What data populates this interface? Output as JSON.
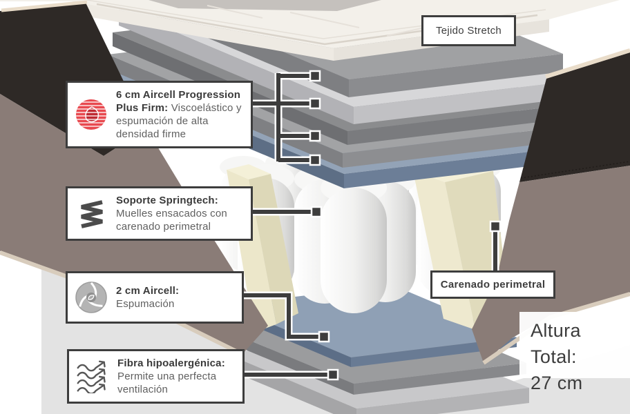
{
  "page": {
    "background": "#ffffff"
  },
  "palette": {
    "accent_red": "#e8494f",
    "connector": "#3d3d3d",
    "label_border": "#3d3d3d",
    "fabric_dark": "#2e2926",
    "fabric_taupe": "#8a7c77",
    "piping": "#e9dcc9",
    "piping_bottom": "#d8ccbc",
    "foam_cream": "#f4f0d8",
    "spring_white": "#f2f2f2",
    "floor_shadow": "#e3e3e3"
  },
  "layers": {
    "quilt_top": "#f3f0ea",
    "slab1_top": "#a0a1a3",
    "slab2_top": "#d7d7d9",
    "slab3_top": "#8b8c8e",
    "slab4_top": "#a2a3a5",
    "blue_top": "#93a3b7",
    "bottom_blue_top": "#8fa0b5",
    "bottom_gray_top": "#9b9c9e",
    "bottom_light_top": "#c8c8ca",
    "wedge_cream_top": "#f4f0d8"
  },
  "callouts": {
    "tejido_stretch": {
      "label": "Tejido Stretch"
    },
    "aircell_6cm": {
      "title": "6 cm Aircell Progression Plus Firm:",
      "description": "Viscoelástico y espumación de alta densidad firme",
      "icon": "aircell-red-icon"
    },
    "springtech": {
      "title": "Soporte Springtech:",
      "description": "Muelles ensacados con carenado perimetral",
      "icon": "spring-icon"
    },
    "aircell_2cm": {
      "title": "2 cm Aircell:",
      "description": "Espumación",
      "icon": "aircell-gray-icon"
    },
    "fibra": {
      "title": "Fibra hipoalergénica:",
      "description": "Permite una perfecta ventilación",
      "icon": "airflow-icon"
    },
    "carenado": {
      "label": "Carenado perimetral"
    },
    "altura": {
      "label": "Altura Total:",
      "value": "27 cm"
    }
  }
}
